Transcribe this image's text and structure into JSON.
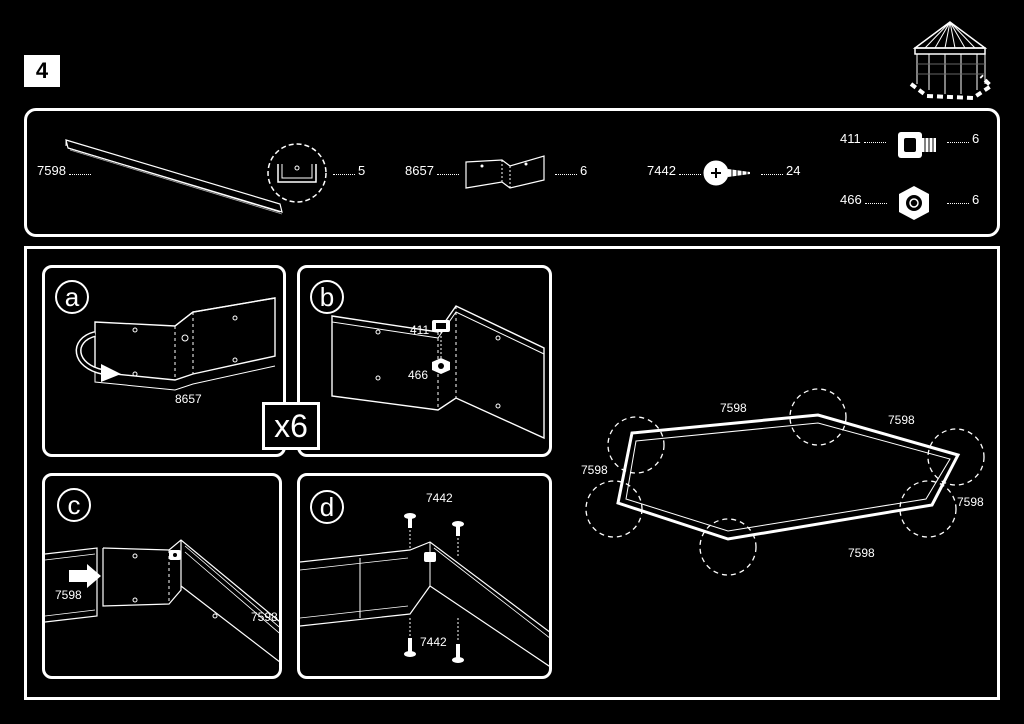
{
  "step": {
    "number": "4"
  },
  "parts": [
    {
      "code": "7598",
      "qty": "5"
    },
    {
      "code": "8657",
      "qty": "6"
    },
    {
      "code": "7442",
      "qty": "24"
    },
    {
      "code": "411",
      "qty": "6"
    },
    {
      "code": "466",
      "qty": "6"
    }
  ],
  "panels": {
    "a": {
      "letter": "a",
      "part_label": "8657"
    },
    "b": {
      "letter": "b",
      "bolt_label": "411",
      "nut_label": "466"
    },
    "c": {
      "letter": "c",
      "left_label": "7598",
      "right_label": "7598"
    },
    "d": {
      "letter": "d",
      "top_label": "7442",
      "bottom_label": "7442"
    }
  },
  "multiplier": "x6",
  "overview": {
    "labels": [
      "7598",
      "7598",
      "7598",
      "7598",
      "7598"
    ]
  }
}
